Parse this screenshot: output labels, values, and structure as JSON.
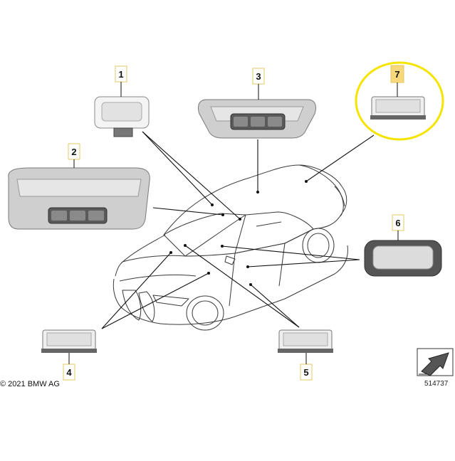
{
  "callouts": [
    {
      "id": "1",
      "label": "1",
      "part": "front-interior-light-small"
    },
    {
      "id": "2",
      "label": "2",
      "part": "front-interior-light-console"
    },
    {
      "id": "3",
      "label": "3",
      "part": "rear-interior-light-console"
    },
    {
      "id": "4",
      "label": "4",
      "part": "footwell-light-front"
    },
    {
      "id": "5",
      "label": "5",
      "part": "footwell-light-rear"
    },
    {
      "id": "6",
      "label": "6",
      "part": "door-entry-light"
    },
    {
      "id": "7",
      "label": "7",
      "part": "luggage-compartment-light",
      "highlighted": true
    }
  ],
  "copyright": "© 2021 BMW AG",
  "diagram_number": "514737",
  "colors": {
    "highlight_ring": "#f5e400",
    "highlight_box": "#f7d97c",
    "label_box_border": "#e6c860",
    "part_gray": "#c9c9c9",
    "part_dark": "#555555"
  },
  "icons": {
    "arrow_symbol": "arrow-down-left-icon"
  }
}
